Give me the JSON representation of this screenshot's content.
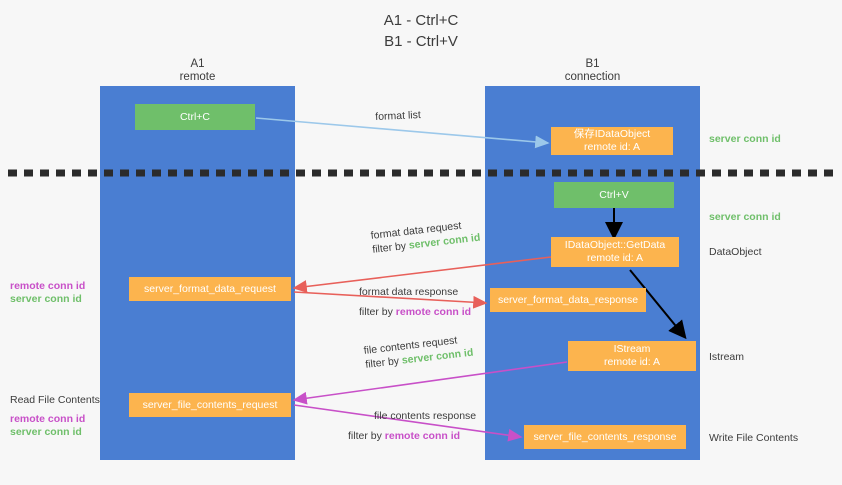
{
  "title": {
    "line1": "A1 - Ctrl+C",
    "line2": "B1 - Ctrl+V"
  },
  "colors": {
    "lane": "#4a7ed2",
    "green": "#6fbf6a",
    "orange": "#fcb44e",
    "magenta": "#c850c8",
    "arrow_red": "#e8605a",
    "arrow_lightblue": "#9cc8ea",
    "arrow_black": "#000000",
    "background": "#f7f7f7",
    "text": "#3c3c3c"
  },
  "lanes": [
    {
      "name": "A1",
      "sub": "remote"
    },
    {
      "name": "B1",
      "sub": "connection"
    }
  ],
  "boxes": {
    "ctrl_c": {
      "label": "Ctrl+C"
    },
    "save_idataobject": {
      "line1": "保存IDataObject",
      "line2": "remote id: A"
    },
    "ctrl_v": {
      "label": "Ctrl+V"
    },
    "getdata": {
      "line1": "IDataObject::GetData",
      "line2": "remote id: A"
    },
    "format_data_request": {
      "label": "server_format_data_request"
    },
    "format_data_response": {
      "label": "server_format_data_response"
    },
    "istream": {
      "line1": "IStream",
      "line2": "remote id: A"
    },
    "file_contents_request": {
      "label": "server_file_contents_request"
    },
    "file_contents_response": {
      "label": "server_file_contents_response"
    }
  },
  "right_labels": {
    "server_conn_id_1": "server conn id",
    "server_conn_id_2": "server conn id",
    "dataobject": "DataObject",
    "istream": "Istream",
    "write_file_contents": "Write File Contents"
  },
  "left_labels": {
    "remote_conn_id_1": "remote conn id",
    "server_conn_id_1": "server conn id",
    "read_file_contents": "Read File Contents",
    "remote_conn_id_2": "remote conn id",
    "server_conn_id_2": "server conn id"
  },
  "edges": {
    "format_list": {
      "text": "format list"
    },
    "format_data_request": {
      "line1": "format data request",
      "line2_prefix": "filter by ",
      "line2_value": "server conn id",
      "highlight": "green"
    },
    "format_data_response": {
      "line1": "format data response",
      "line2_prefix": "filter by ",
      "line2_value": "remote conn id",
      "highlight": "magenta"
    },
    "file_contents_request": {
      "line1": "file contents request",
      "line2_prefix": "filter by ",
      "line2_value": "server conn id",
      "highlight": "green"
    },
    "file_contents_response": {
      "line1": "file contents response",
      "line2_prefix": "filter by ",
      "line2_value": "remote conn id",
      "highlight": "magenta"
    }
  }
}
